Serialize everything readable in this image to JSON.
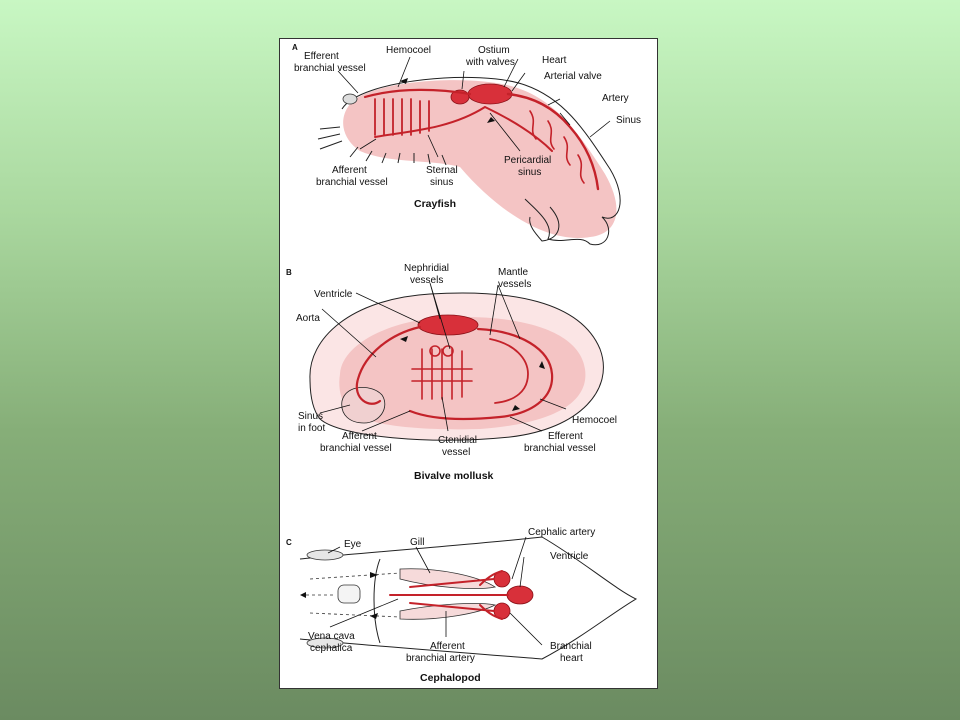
{
  "colors": {
    "background_top": "#c8f7c3",
    "background_bottom": "#6b8b61",
    "hemocoel_fill": "#f4c4c4",
    "vessel_red": "#c4222a",
    "heart_red": "#d8303a"
  },
  "panels": {
    "a": {
      "letter": "A",
      "title": "Crayfish",
      "labels": {
        "efferent": "Efferent\nbranchial vessel",
        "hemocoel": "Hemocoel",
        "ostium": "Ostium\nwith valves",
        "heart": "Heart",
        "arterial_valve": "Arterial valve",
        "artery": "Artery",
        "sinus": "Sinus",
        "afferent": "Afferent\nbranchial vessel",
        "sternal": "Sternal\nsinus",
        "pericardial": "Pericardial\nsinus"
      }
    },
    "b": {
      "letter": "B",
      "title": "Bivalve mollusk",
      "labels": {
        "nephridial": "Nephridial\nvessels",
        "mantle": "Mantle\nvessels",
        "ventricle": "Ventricle",
        "aorta": "Aorta",
        "sinus_foot": "Sinus\nin foot",
        "afferent": "Afferent\nbranchial vessel",
        "ctenidial": "Ctenidial\nvessel",
        "efferent": "Efferent\nbranchial vessel",
        "hemocoel": "Hemocoel"
      }
    },
    "c": {
      "letter": "C",
      "title": "Cephalopod",
      "labels": {
        "eye": "Eye",
        "gill": "Gill",
        "cephalic_artery": "Cephalic artery",
        "ventricle": "Ventricle",
        "vena_cava": "Vena cava\ncephalica",
        "afferent": "Afferent\nbranchial artery",
        "branchial_heart": "Branchial\nheart"
      }
    }
  }
}
